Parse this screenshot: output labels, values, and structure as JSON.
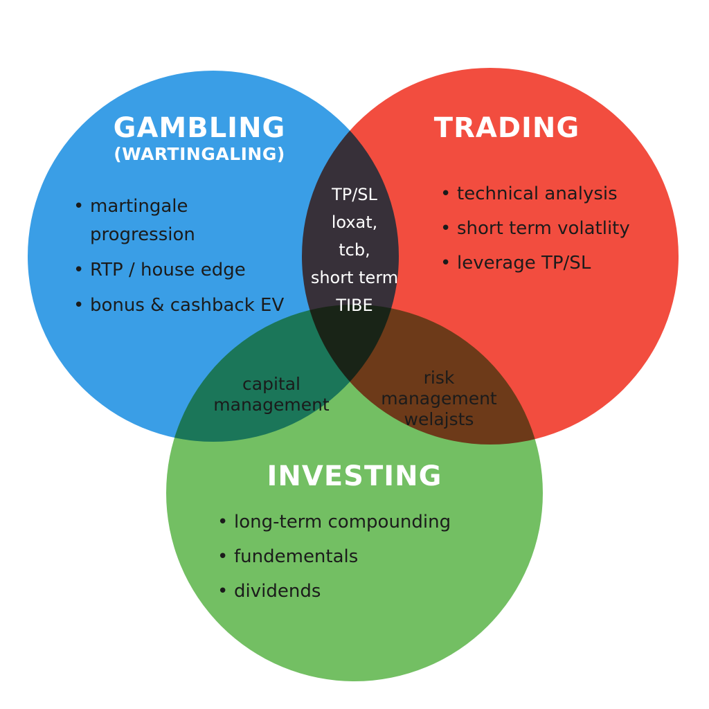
{
  "colors": {
    "gambling": "#3a9ee6",
    "trading": "#f24d3f",
    "investing": "#73bf63",
    "text_dark": "#1b1b1b",
    "text_light": "#ffffff"
  },
  "gambling": {
    "title": "GAMBLING",
    "subtitle": "(WARTINGALING)",
    "items": [
      "martingale progression",
      "RTP / house edge",
      "bonus & cashback EV"
    ]
  },
  "trading": {
    "title": "TRADING",
    "items": [
      "technical analysis",
      "short term volatlity",
      "leverage TP/SL"
    ]
  },
  "investing": {
    "title": "INVESTING",
    "items": [
      "long-term compounding",
      "fundementals",
      "dividends"
    ]
  },
  "overlaps": {
    "gambling_trading": [
      "TP/SL",
      "loxat,",
      "tcb,",
      "short term",
      "TIBE"
    ],
    "gambling_investing": [
      "capital",
      "management"
    ],
    "trading_investing": [
      "risk",
      "management",
      "welajsts"
    ]
  }
}
